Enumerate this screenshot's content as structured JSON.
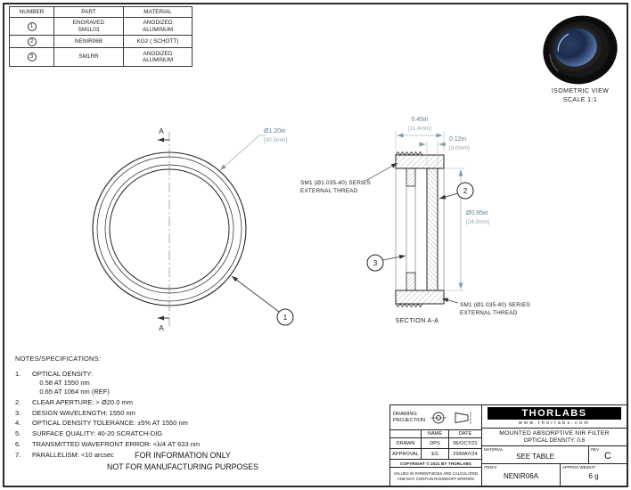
{
  "colors": {
    "line": "#222222",
    "dim_text": "#5f8191",
    "metric_text": "#93a5ae",
    "logo_bg": "#000000"
  },
  "parts_table": {
    "headers": [
      "NUMBER",
      "PART",
      "MATERIAL"
    ],
    "rows": [
      {
        "number": "1",
        "part": "ENGRAVED\nSM1L03",
        "material": "ANODIZED\nALUMINUM"
      },
      {
        "number": "2",
        "part": "NENIR06B",
        "material": "KG2 ( SCHOTT)"
      },
      {
        "number": "3",
        "part": "SM1RR",
        "material": "ANODIZED\nALUMINUM"
      }
    ]
  },
  "front_view": {
    "section_letter": "A",
    "dim_outer_in": "Ø1.20in",
    "dim_outer_mm": "[30.5mm]",
    "balloon": "1"
  },
  "section_view": {
    "caption": "SECTION A-A",
    "dim_length_in": "0.45in",
    "dim_length_mm": "[11.4mm]",
    "dim_glass_in": "0.12in",
    "dim_glass_mm": "[3.0mm]",
    "dim_aperture_in": "Ø0.95in",
    "dim_aperture_mm": "[24.0mm]",
    "thread_top_line1": "SM1 (Ø1.035-40) SERIES",
    "thread_top_line2": "EXTERNAL THREAD",
    "thread_bottom_line1": "SM1 (Ø1.035-40) SERIES",
    "thread_bottom_line2": "EXTERNAL THREAD",
    "balloon_glass": "2",
    "balloon_retaining_ring": "3"
  },
  "isometric_view": {
    "caption_line1": "ISOMETRIC VIEW",
    "caption_line2": "SCALE 1:1"
  },
  "notes": {
    "heading": "NOTES/SPECIFICATIONS:",
    "items": [
      {
        "num": "1.",
        "text": "OPTICAL DENSITY:\n    0.58 AT 1550 nm\n    0.65 AT 1064 nm (REF)"
      },
      {
        "num": "2.",
        "text": "CLEAR APERTURE: > Ø20.0 mm"
      },
      {
        "num": "3.",
        "text": "DESIGN WAVELENGTH: 1550 nm"
      },
      {
        "num": "4.",
        "text": "OPTICAL DENSITY TOLERANCE: ±5% AT 1550 nm"
      },
      {
        "num": "5.",
        "text": "SURFACE QUALITY: 40-20 SCRATCH-DIG"
      },
      {
        "num": "6.",
        "text": "TRANSMITTED WAVEFRONT ERROR: <λ/4 AT 633 nm"
      },
      {
        "num": "7.",
        "text": "PARALLELISM: <10 arcsec"
      }
    ],
    "footer_line1": "FOR INFORMATION ONLY",
    "footer_line2": "NOT FOR MANUFACTURING PURPOSES"
  },
  "title_block": {
    "projection_label": "DRAWING\nPROJECTION",
    "name_header": "NAME",
    "date_header": "DATE",
    "drawn_label": "DRAWN",
    "drawn_name": "DPS",
    "drawn_date": "06/OCT/21",
    "approval_label": "APPROVAL",
    "approval_name": "ES",
    "approval_date": "29/MAY/24",
    "copyright": "COPYRIGHT © 2021 BY THORLABS",
    "disclaimer": "VALUES IN PARENTHESIS ARE CALCULATED\nAND MAY CONTAIN ROUNDOFF ERRORS",
    "brand": "THORLABS",
    "website": "www.thorlabs.com",
    "title_line1": "MOUNTED ABSORPTIVE NIR FILTER",
    "title_line2": "OPTICAL DENSITY: 0.6",
    "material_label": "MATERIAL",
    "material_value": "SEE TABLE",
    "rev_label": "REV",
    "rev_value": "C",
    "item_label": "ITEM #",
    "item_value": "NENIR06A",
    "weight_label": "APPROX WEIGHT",
    "weight_value": "6 g"
  }
}
